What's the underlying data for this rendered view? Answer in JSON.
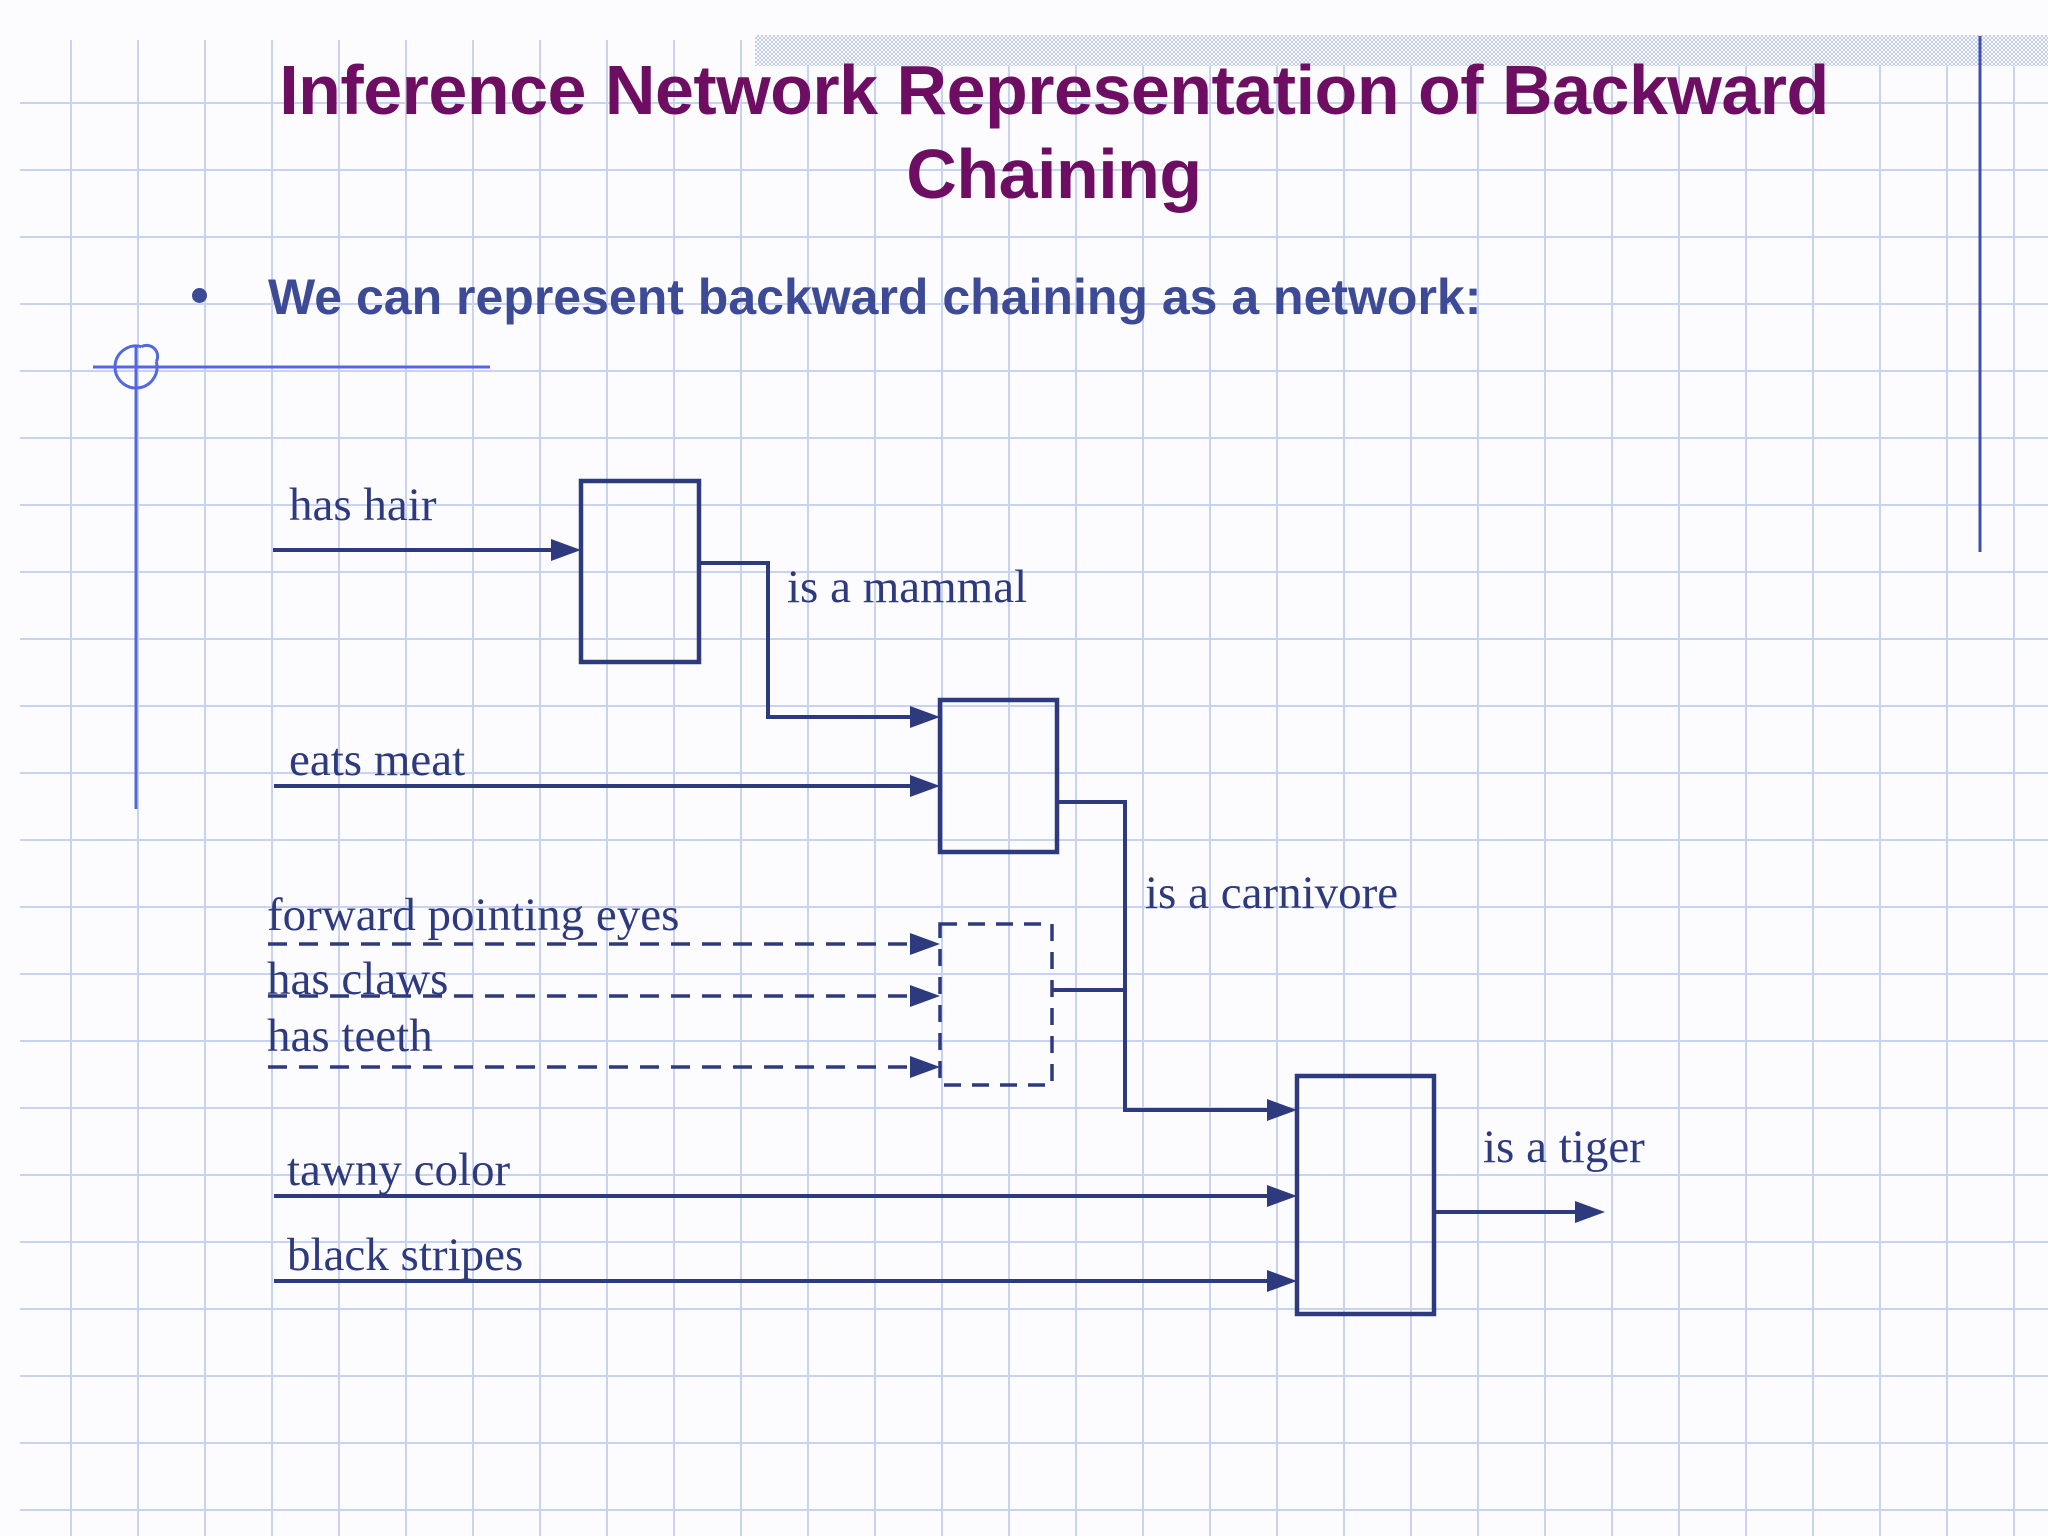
{
  "slide": {
    "title_line1": "Inference Network Representation of Backward",
    "title_line2": "Chaining",
    "bullet": "We can represent backward chaining as a network:"
  },
  "network": {
    "labels": {
      "has_hair": "has hair",
      "eats_meat": "eats meat",
      "is_a_mammal": "is a mammal",
      "forward_pointing_eyes": "forward pointing eyes",
      "has_claws": "has claws",
      "has_teeth": "has teeth",
      "is_a_carnivore": "is a carnivore",
      "tawny_color": "tawny color",
      "black_stripes": "black stripes",
      "is_a_tiger": "is a tiger"
    },
    "nodes": [
      {
        "id": "node-mammal",
        "style": "solid",
        "inputs": [
          "has hair"
        ],
        "output": "is a mammal"
      },
      {
        "id": "node-carnivore",
        "style": "solid",
        "inputs": [
          "is a mammal",
          "eats meat"
        ],
        "output": "is a carnivore"
      },
      {
        "id": "node-carnivore-alt",
        "style": "dashed",
        "inputs": [
          "forward pointing eyes",
          "has claws",
          "has teeth"
        ],
        "output": "is a carnivore"
      },
      {
        "id": "node-tiger",
        "style": "solid",
        "inputs": [
          "is a carnivore",
          "tawny color",
          "black stripes"
        ],
        "output": "is a tiger"
      }
    ]
  },
  "colors": {
    "title": "#6d0e62",
    "bullet_text": "#3d4a96",
    "diagram": "#2e3a7e",
    "decor_line": "#5468dd",
    "right_line": "#3f4fae",
    "grid": "#c7d3f0",
    "band": "#bdc9ee",
    "background": "#fcfcfe"
  }
}
